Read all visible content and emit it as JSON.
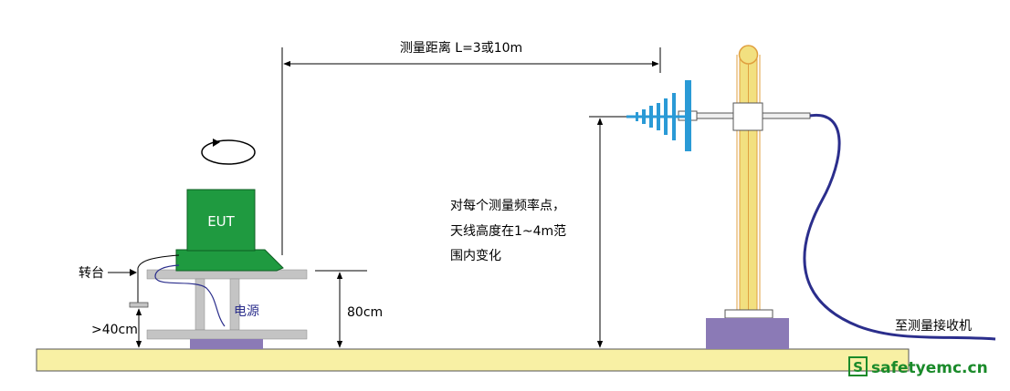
{
  "labels": {
    "distance": "测量距离 L=3或10m",
    "eut": "EUT",
    "turntable": "转台",
    "power": "电源",
    "min_height": ">40cm",
    "table_height": "80cm",
    "antenna_note_line1": "对每个测量频率点，",
    "antenna_note_line2": "天线高度在1~4m范",
    "antenna_note_line3": "围内变化",
    "receiver": "至测量接收机",
    "watermark": "safetyemc.cn",
    "watermark_badge": "S"
  },
  "colors": {
    "ground_plane": "#f8f0a4",
    "eut_body": "#1f9a40",
    "table": "#c4c4c4",
    "base_block": "#8b7ab6",
    "antenna": "#2a9ad6",
    "cable": "#2b2e8c",
    "mast": "#f2e080",
    "watermark": "#1a8a2a"
  },
  "icons": {
    "rotation": "rotation-arrow-icon",
    "turntable_pointer": "arrow-right-icon"
  }
}
